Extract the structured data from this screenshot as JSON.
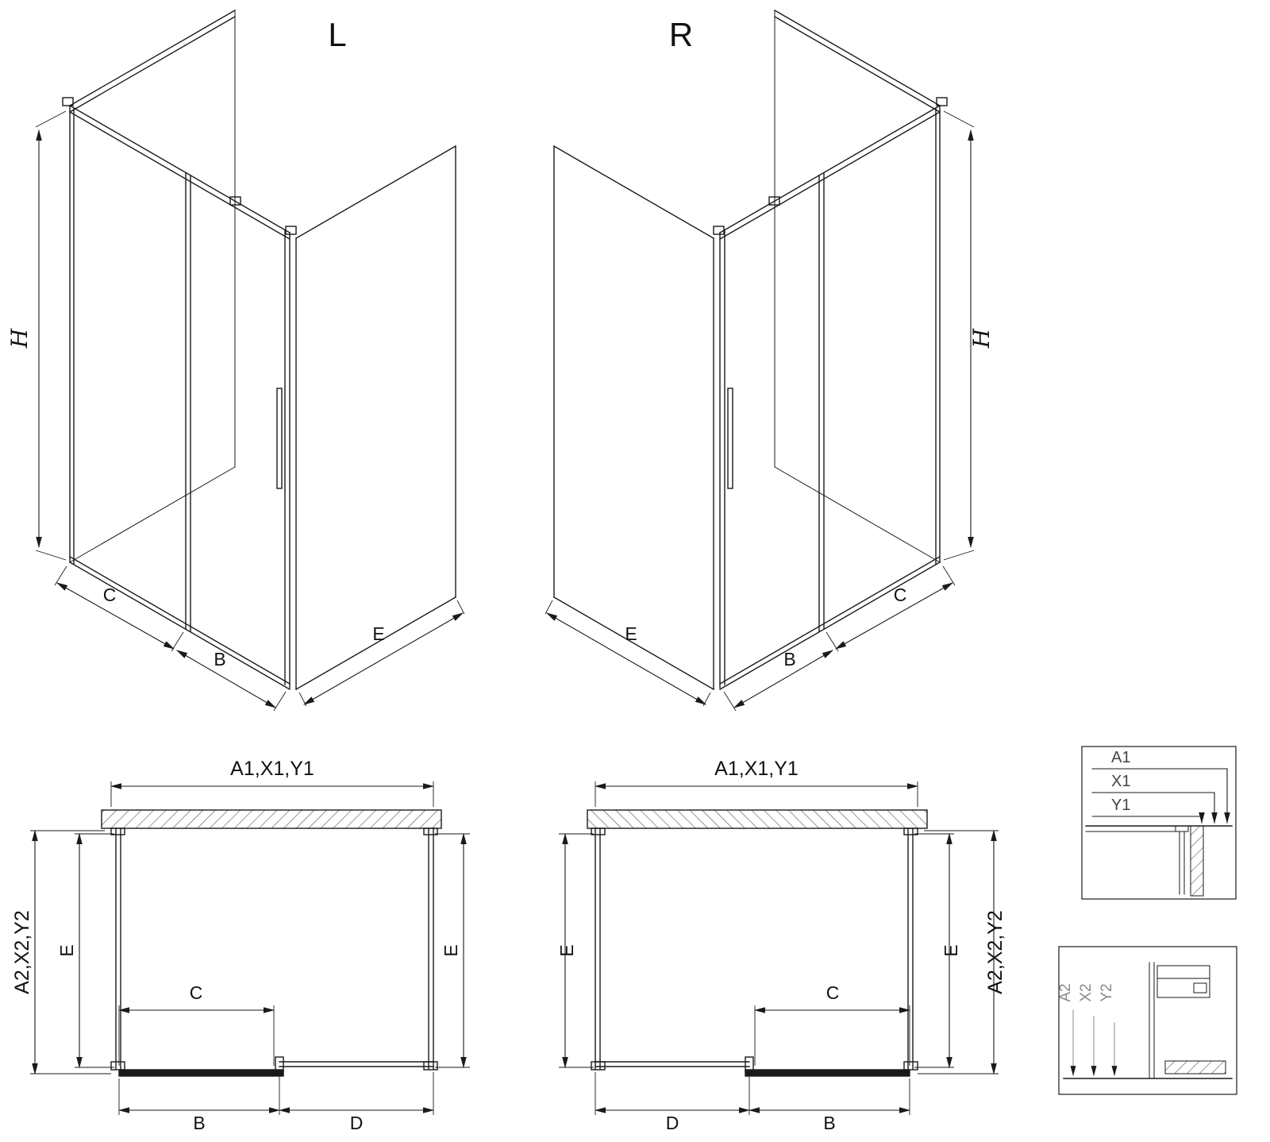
{
  "colors": {
    "line": "#1a1a1a",
    "background": "#ffffff",
    "muted_label": "#8a8a8a"
  },
  "iso_left": {
    "title": "L",
    "h": "H",
    "c": "C",
    "b": "B",
    "e": "E"
  },
  "iso_right": {
    "title": "R",
    "h": "H",
    "c": "C",
    "b": "B",
    "e": "E"
  },
  "plan_left": {
    "top": "A1,X1,Y1",
    "side": "A2,X2,Y2",
    "e_left": "E",
    "e_right": "E",
    "c": "C",
    "b": "B",
    "d": "D"
  },
  "plan_right": {
    "top": "A1,X1,Y1",
    "side": "A2,X2,Y2",
    "e_left": "E",
    "e_right": "E",
    "c": "C",
    "b": "B",
    "d": "D"
  },
  "detail_top": {
    "a1": "A1",
    "x1": "X1",
    "y1": "Y1"
  },
  "detail_bottom": {
    "a2": "A2",
    "x2": "X2",
    "y2": "Y2"
  }
}
